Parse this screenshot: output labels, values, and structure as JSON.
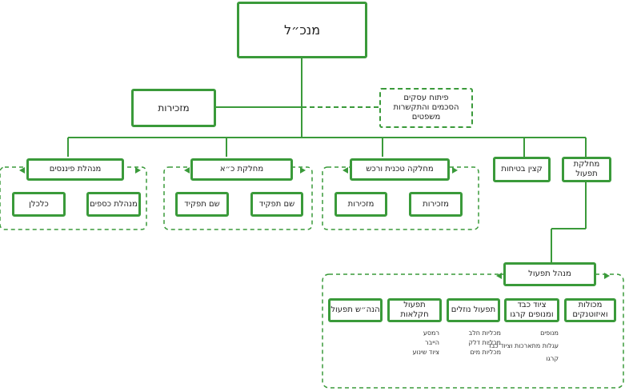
{
  "nodes": {
    "ceo": "מנכ״ל",
    "secretariat": "מזכירות",
    "bizdev": [
      "פיתוח עסקים",
      "הסכמים והתקשרות",
      "משפטים"
    ],
    "ops": "מחלקת תפעול",
    "safety": "קצין בטיחות",
    "tech": "מחלקה טכנית ורכש",
    "hr": "מחלקת כ״א",
    "finance": "מנהלת פיננסים",
    "tech_a": "מזכירות",
    "tech_b": "מזכירות",
    "hr_a": "שם תפקיד",
    "hr_b": "שם תפקיד",
    "fin_a": "מנהלת כספים",
    "fin_b": "כלכלן",
    "ops_mgr": "מנהל תפעול",
    "ops1": "מכולות ואיזוטנקים",
    "ops2": "ציוד כבד ומנופים קרגו",
    "ops3": "תפעול נוזלים",
    "ops4": "תפעול חקלאות",
    "ops5": "הנה״ש תפעול"
  },
  "lists": {
    "ops2": [
      "מנופים",
      "עגלות מתארכות וציוד כבד",
      "קרגו"
    ],
    "ops3": [
      "מכליות חלב",
      "מכליות דלק",
      "מכליות מים"
    ],
    "ops4": [
      "רמסע",
      "הייבר",
      "ציוד שינוע"
    ]
  },
  "colors": {
    "line": "#3a9a3a"
  }
}
